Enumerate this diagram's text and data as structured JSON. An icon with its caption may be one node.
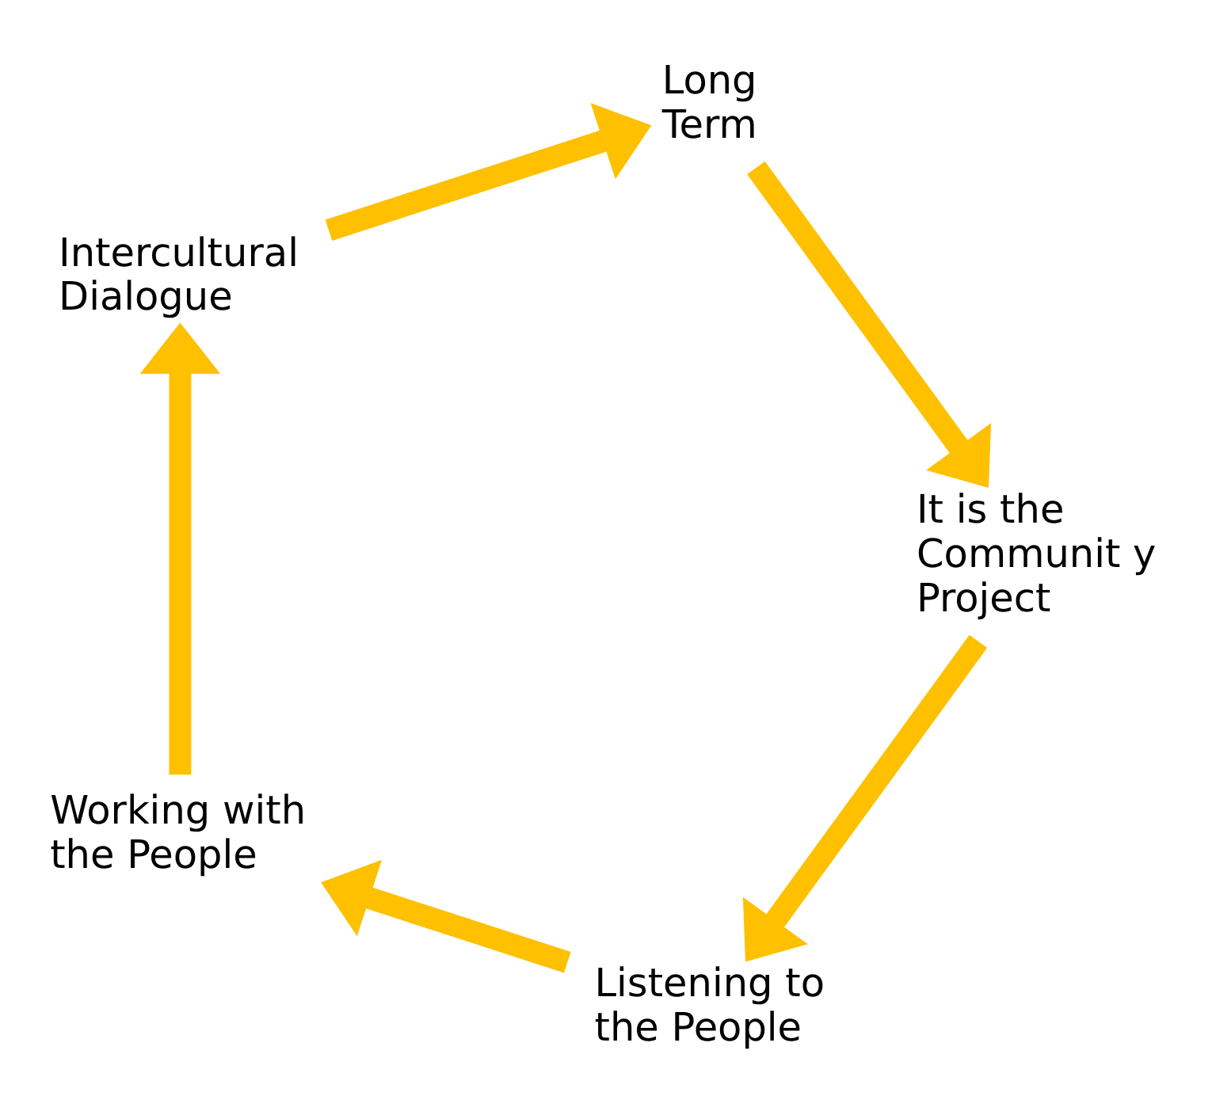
{
  "diagram": {
    "nodes": [
      {
        "text": [
          "Listening to the People"
        ]
      },
      {
        "text": [
          "Working with the People"
        ]
      },
      {
        "text": [
          "Intercultural Dialogue"
        ]
      },
      {
        "text": [
          "Long Term"
        ]
      },
      {
        "text": [
          "It is the Communit y Project"
        ]
      }
    ],
    "edges": [
      {
        "from": 0,
        "to": 1,
        "arrow": "to"
      },
      {
        "from": 1,
        "to": 2,
        "arrow": "to"
      },
      {
        "from": 2,
        "to": 3,
        "arrow": "to"
      },
      {
        "from": 3,
        "to": 4,
        "arrow": "to"
      },
      {
        "from": 4,
        "to": 0,
        "arrow": "to"
      }
    ]
  }
}
